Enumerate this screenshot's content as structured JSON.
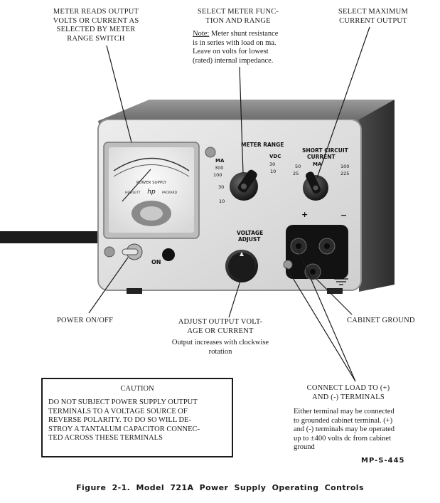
{
  "labels": {
    "meter_reads": "METER READS OUTPUT VOLTS OR CURRENT AS SELECTED BY METER RANGE SWITCH",
    "meter_reads_lines": [
      "METER READS OUTPUT",
      "VOLTS OR CURRENT AS",
      "SELECTED BY METER",
      "RANGE SWITCH"
    ],
    "select_meter_lines": [
      "SELECT METER FUNC-",
      "TION AND RANGE"
    ],
    "note_label": "Note:",
    "note_lines": [
      " Meter shunt resistance",
      "is in series with load on ma.",
      "Leave on volts for lowest",
      "(rated) internal impedance."
    ],
    "select_max_lines": [
      "SELECT MAXIMUM",
      "CURRENT OUTPUT"
    ],
    "power_onoff": "POWER ON/OFF",
    "adjust_output_lines": [
      "ADJUST OUTPUT VOLT-",
      "AGE OR CURRENT"
    ],
    "adjust_sub_lines": [
      "Output increases with clockwise",
      "rotation"
    ],
    "cabinet_ground": "CABINET GROUND",
    "connect_load_lines": [
      "CONNECT LOAD TO (+)",
      "AND (-) TERMINALS"
    ],
    "connect_sub_lines": [
      "Either terminal may be connected",
      "to grounded cabinet terminal.  (+)",
      "and (-) terminals may be operated",
      "up to ±400 volts dc from cabinet",
      "ground"
    ]
  },
  "panel": {
    "meter_range_title": "METER RANGE",
    "ma_label": "MA",
    "vdc_label": "VDC",
    "ma_scale": [
      "300",
      "100",
      "30",
      "10"
    ],
    "vdc_scale": [
      "30",
      "10"
    ],
    "short_circuit_lines": [
      "SHORT CIRCUIT",
      "CURRENT"
    ],
    "sc_ma_label": "MA",
    "sc_scale_left": [
      "50",
      "25"
    ],
    "sc_scale_right": [
      "100",
      "225"
    ],
    "voltage_adjust_lines": [
      "VOLTAGE",
      "ADJUST"
    ],
    "on_label": "ON",
    "plus_label": "+",
    "minus_label": "−",
    "meter_face_text": [
      "POWER  SUPPLY",
      "HEWLETT",
      "PACKARD",
      "hp"
    ]
  },
  "caution": {
    "title": "CAUTION",
    "lines": [
      "DO NOT SUBJECT POWER SUPPLY OUTPUT",
      "TERMINALS TO A VOLTAGE SOURCE OF",
      "REVERSE POLARITY. TO DO SO WILL DE-",
      "STROY A TANTALUM CAPACITOR CONNEC-",
      "TED ACROSS THESE TERMINALS"
    ]
  },
  "reference_code": "MP-S-445",
  "figure_caption": "Figure 2-1.   Model 721A   Power Supply   Operating Controls"
}
